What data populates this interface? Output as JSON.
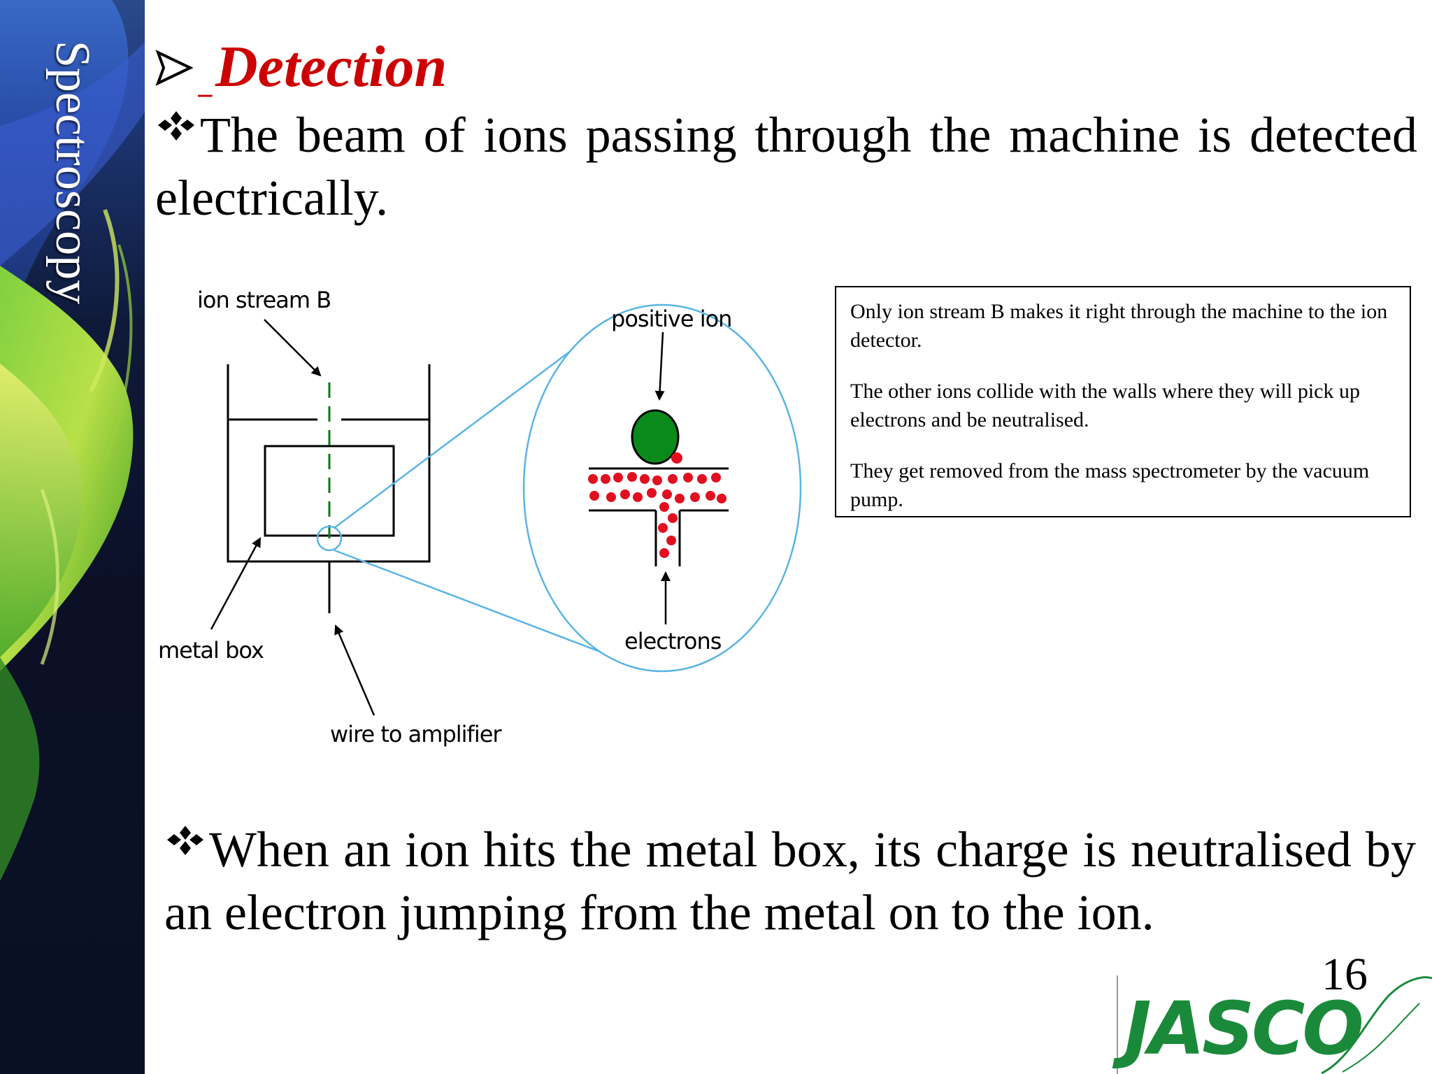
{
  "sidebar": {
    "title": "Spectroscopy"
  },
  "heading": {
    "text": "Detection"
  },
  "bullets": [
    "The beam of ions passing through the machine is detected electrically.",
    "When an ion hits the metal box, its charge is neutralised by an electron jumping from the metal on to the ion."
  ],
  "diagram": {
    "labels": {
      "ion_stream": "ion stream B",
      "metal_box": "metal box",
      "wire": "wire to amplifier",
      "positive_ion": "positive ion",
      "electrons": "electrons"
    }
  },
  "infobox": {
    "paragraphs": [
      "Only ion stream B makes it right through the machine to the ion detector.",
      "The other ions collide with the walls where they will pick up electrons and be neutralised.",
      "They get removed from the mass spectrometer by the vacuum pump."
    ]
  },
  "footer": {
    "page_number": "16",
    "logo_text": "JASCO"
  },
  "colors": {
    "heading": "#cc0000",
    "logo": "#1a8a3a",
    "ion": "#0a8a1a",
    "electron": "#e01020",
    "magnifier": "#5ab4e6"
  }
}
